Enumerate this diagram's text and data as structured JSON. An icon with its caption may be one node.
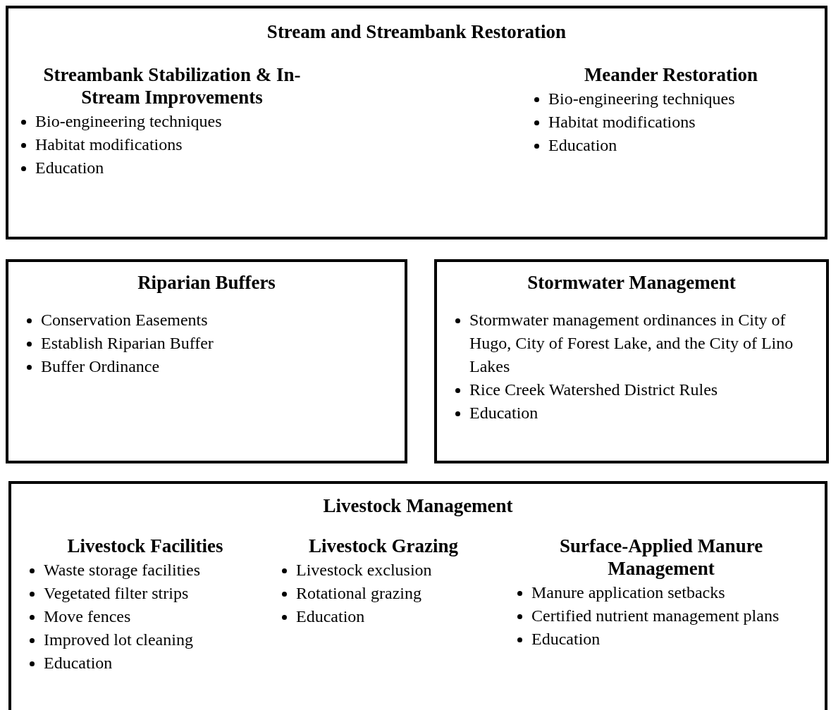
{
  "diagram": {
    "nodes": [
      {
        "text": [
          "Stream and Streambank Restoration",
          "Streambank Stabilization & In-Stream Improvements",
          "Bio-engineering techniques",
          "Habitat modifications",
          "Education",
          "Meander Restoration",
          "Bio-engineering techniques",
          "Habitat modifications",
          "Education"
        ]
      },
      {
        "text": [
          "Riparian Buffers",
          "Conservation Easements",
          "Establish Riparian Buffer",
          "Buffer Ordinance"
        ]
      },
      {
        "text": [
          "Stormwater Management",
          "Stormwater management ordinances in City of Hugo, City of Forest Lake, and the City of Lino Lakes",
          "Rice Creek Watershed District Rules",
          "Education"
        ]
      },
      {
        "text": [
          "Livestock Management",
          "Livestock Facilities",
          "Waste storage facilities",
          "Vegetated filter strips",
          "Move fences",
          "Improved lot cleaning",
          "Education",
          "Livestock Grazing",
          "Livestock exclusion",
          "Rotational grazing",
          "Education",
          "Surface-Applied Manure Management",
          "Manure application setbacks",
          "Certified nutrient management plans",
          "Education"
        ]
      }
    ]
  }
}
